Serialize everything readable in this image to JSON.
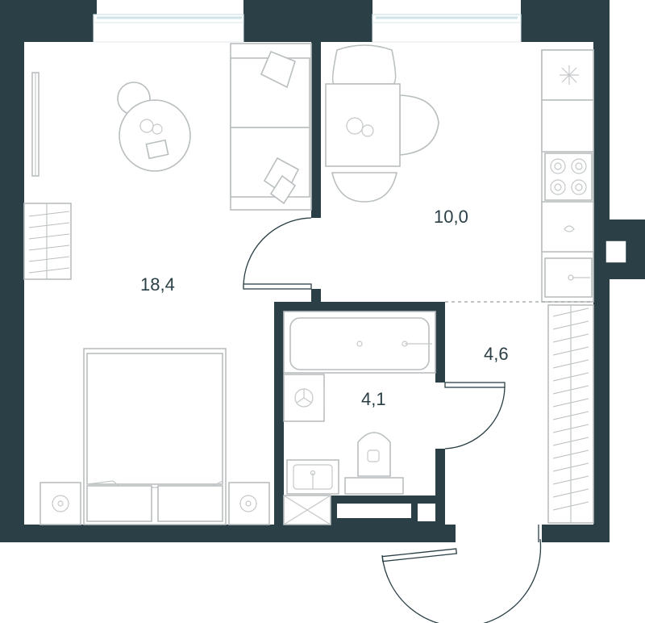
{
  "rooms": [
    {
      "id": "living-room",
      "area": "18,4"
    },
    {
      "id": "kitchen",
      "area": "10,0"
    },
    {
      "id": "hallway",
      "area": "4,6"
    },
    {
      "id": "bathroom",
      "area": "4,1"
    }
  ],
  "icons": {
    "cooktop": "cooktop-icon",
    "sink": "sink-icon",
    "fridge": "fridge-icon",
    "toilet": "toilet-icon",
    "bathtub": "bathtub-icon",
    "washing_machine": "washing-machine-icon"
  },
  "colors": {
    "wall": "#2b3f46",
    "furniture_line": "#b9bec0",
    "window_glass": "#cfe3e9",
    "background": "#ffffff"
  }
}
